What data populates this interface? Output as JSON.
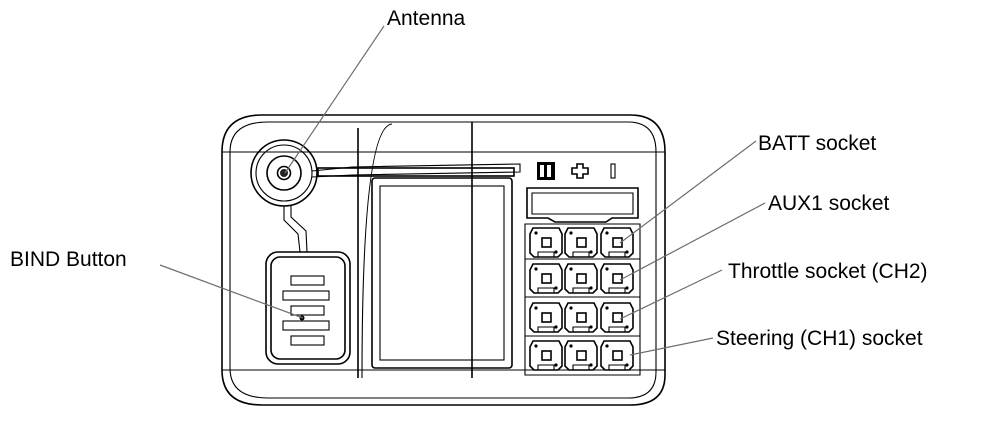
{
  "diagram": {
    "labels": {
      "antenna": "Antenna",
      "bind_button": "BIND Button",
      "batt_socket": "BATT socket",
      "aux1_socket": "AUX1 socket",
      "throttle_socket": "Throttle socket (CH2)",
      "steering_socket": "Steering (CH1) socket"
    },
    "colors": {
      "line": "#000000",
      "leader": "#6e6e6e",
      "background": "#ffffff"
    },
    "icons": [
      "antenna-mount-icon",
      "bind-button-icon",
      "signal-symbol-icon",
      "plus-symbol-icon",
      "minus-symbol-icon",
      "servo-pin-icon"
    ]
  }
}
